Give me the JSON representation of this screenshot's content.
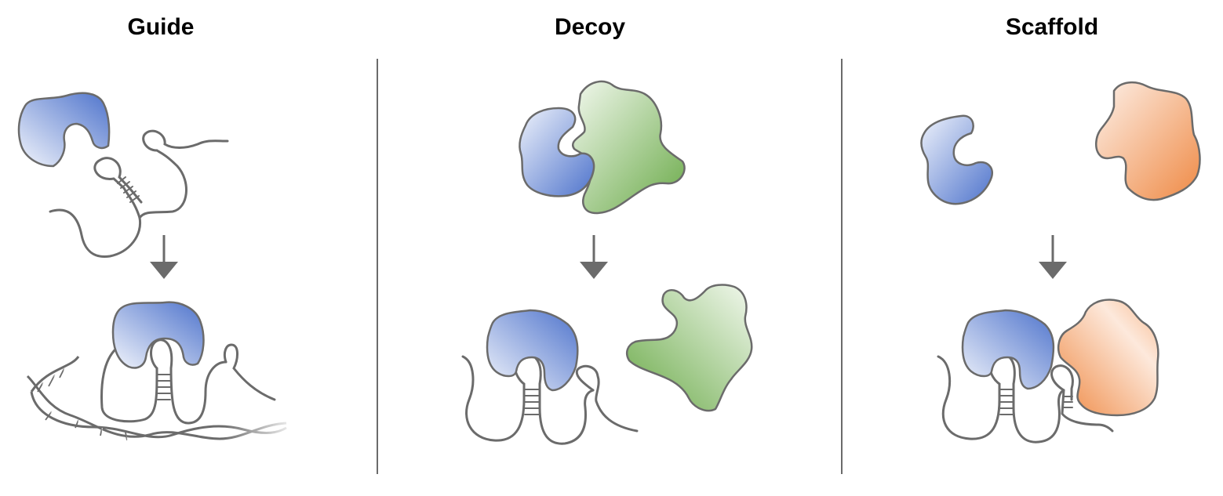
{
  "panels": [
    {
      "id": "guide",
      "title": "Guide"
    },
    {
      "id": "decoy",
      "title": "Decoy"
    },
    {
      "id": "scaffold",
      "title": "Scaffold"
    }
  ],
  "colors": {
    "protein_blue": "#6f8fd6",
    "protein_green": "#79b35a",
    "protein_orange": "#ef9554",
    "rna_line": "#6b6b6b",
    "arrow": "#6b6b6b",
    "divider": "#6b6b6b"
  }
}
